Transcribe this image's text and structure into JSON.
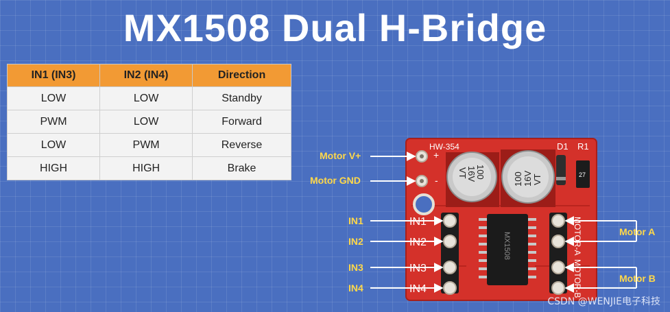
{
  "title": "MX1508 Dual H-Bridge",
  "table": {
    "headers": [
      "IN1 (IN3)",
      "IN2 (IN4)",
      "Direction"
    ],
    "rows": [
      [
        "LOW",
        "LOW",
        "Standby"
      ],
      [
        "PWM",
        "LOW",
        "Forward"
      ],
      [
        "LOW",
        "PWM",
        "Reverse"
      ],
      [
        "HIGH",
        "HIGH",
        "Brake"
      ]
    ]
  },
  "labels": {
    "motor_vplus": "Motor V+",
    "motor_gnd": "Motor GND",
    "in1": "IN1",
    "in2": "IN2",
    "in3": "IN3",
    "in4": "IN4",
    "motor_a": "Motor A",
    "motor_b": "Motor B"
  },
  "board": {
    "model": "HW-354",
    "plus": "+",
    "minus": "-",
    "d1": "D1",
    "r1": "R1",
    "cap_value_1": "100",
    "cap_voltage_1": "16V",
    "cap_series_1": "VT",
    "cap_value_2": "100",
    "cap_voltage_2": "16V",
    "cap_series_2": "VT",
    "silk_in1": "IN1",
    "silk_in2": "IN2",
    "silk_in3": "IN3",
    "silk_in4": "IN4",
    "silk_motor_a": "MOTOR-A",
    "silk_motor_b": "MOTOR-B",
    "chip_label": "MX1508",
    "resistor_code": "27"
  },
  "watermark": "CSDN @WENJIE电子科技",
  "colors": {
    "background": "#4a6fc0",
    "header": "#f29a34",
    "pcb": "#d4312a",
    "label": "#ffd84a",
    "arrow": "#ffffff"
  }
}
